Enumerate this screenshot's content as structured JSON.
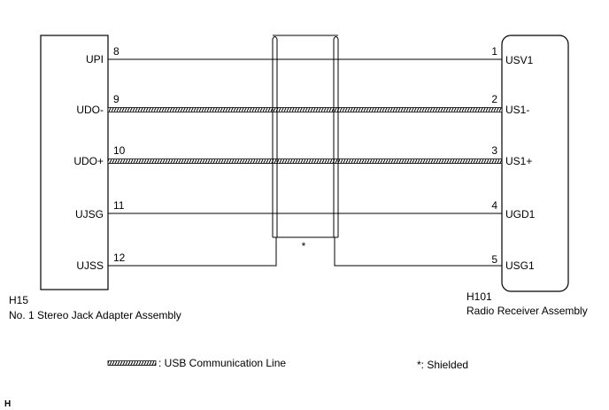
{
  "left_connector": {
    "code": "H15",
    "name": "No. 1 Stereo Jack Adapter Assembly",
    "pins": [
      {
        "label": "UPI",
        "pin": "8"
      },
      {
        "label": "UDO-",
        "pin": "9"
      },
      {
        "label": "UDO+",
        "pin": "10"
      },
      {
        "label": "UJSG",
        "pin": "11"
      },
      {
        "label": "UJSS",
        "pin": "12"
      }
    ]
  },
  "right_connector": {
    "code": "H101",
    "name": "Radio Receiver Assembly",
    "pins": [
      {
        "label": "USV1",
        "pin": "1"
      },
      {
        "label": "US1-",
        "pin": "2"
      },
      {
        "label": "US1+",
        "pin": "3"
      },
      {
        "label": "UGD1",
        "pin": "4"
      },
      {
        "label": "USG1",
        "pin": "5"
      }
    ]
  },
  "wires": [
    {
      "from": "UPI",
      "to": "USV1",
      "type": "plain"
    },
    {
      "from": "UDO-",
      "to": "US1-",
      "type": "usb"
    },
    {
      "from": "UDO+",
      "to": "US1+",
      "type": "usb"
    },
    {
      "from": "UJSG",
      "to": "UGD1",
      "type": "plain"
    },
    {
      "from": "UJSS",
      "to": "USG1",
      "type": "shield-drain"
    }
  ],
  "shield_marker": "*",
  "legend": {
    "usb_line": ": USB Communication Line",
    "shielded": "*: Shielded"
  },
  "corner_mark": "H"
}
